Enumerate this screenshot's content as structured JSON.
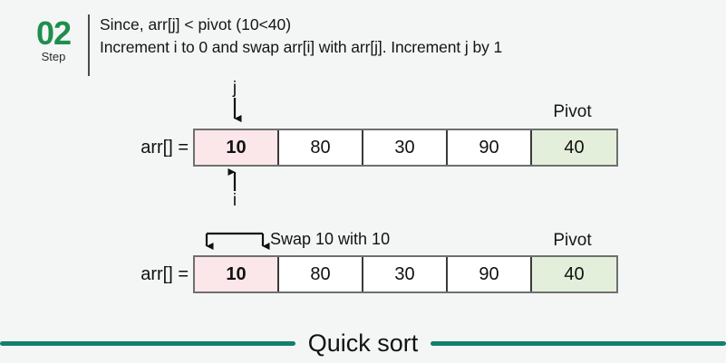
{
  "step": {
    "number": "02",
    "word": "Step",
    "description_line1": "Since, arr[j] < pivot (10<40)",
    "description_line2": "Increment i to 0 and swap arr[i] with arr[j]. Increment j by 1"
  },
  "colors": {
    "accent_green": "#1e8e4e",
    "footer_green": "#14806b",
    "pivot_cell": "#e3efda",
    "highlight_cell": "#fbe6ea",
    "background": "#f4f6f6"
  },
  "array_top": {
    "label": "arr[] =",
    "cells": [
      "10",
      "80",
      "30",
      "90",
      "40"
    ],
    "pivot_label": "Pivot",
    "pivot_index": 4,
    "highlight_index": 0,
    "markers": {
      "j": "j",
      "i": "i",
      "j_index": 0,
      "i_index": 0
    }
  },
  "array_bottom": {
    "label": "arr[] =",
    "cells": [
      "10",
      "80",
      "30",
      "90",
      "40"
    ],
    "pivot_label": "Pivot",
    "pivot_index": 4,
    "highlight_index": 0,
    "swap_text": "Swap 10 with 10"
  },
  "footer": {
    "title": "Quick sort"
  }
}
